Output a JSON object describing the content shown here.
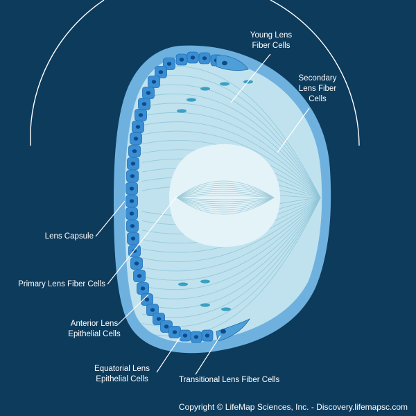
{
  "colors": {
    "background": "#0d3b5c",
    "capsule": "#6fb1de",
    "lens_body": "#bfe2ee",
    "nucleus": "#e3f3f8",
    "epithelial_cell": "#3a8fd4",
    "cell_nucleus": "#0f4a8a",
    "fiber_line": "#8cc3d6",
    "label_text": "#ffffff",
    "leader_line": "#ffffff"
  },
  "labels": {
    "young_fibers": [
      "Young Lens",
      "Fiber Cells"
    ],
    "secondary_fibers": [
      "Secondary",
      "Lens Fiber",
      "Cells"
    ],
    "capsule": "Lens Capsule",
    "primary_fibers": "Primary Lens Fiber Cells",
    "anterior_epithelial": [
      "Anterior Lens",
      "Epithelial Cells"
    ],
    "equatorial_epithelial": [
      "Equatorial Lens",
      "Epithelial Cells"
    ],
    "transitional_fibers": "Transitional Lens Fiber Cells"
  },
  "copyright": "Copyright © LifeMap Sciences, Inc. - Discovery.lifemapsc.com"
}
